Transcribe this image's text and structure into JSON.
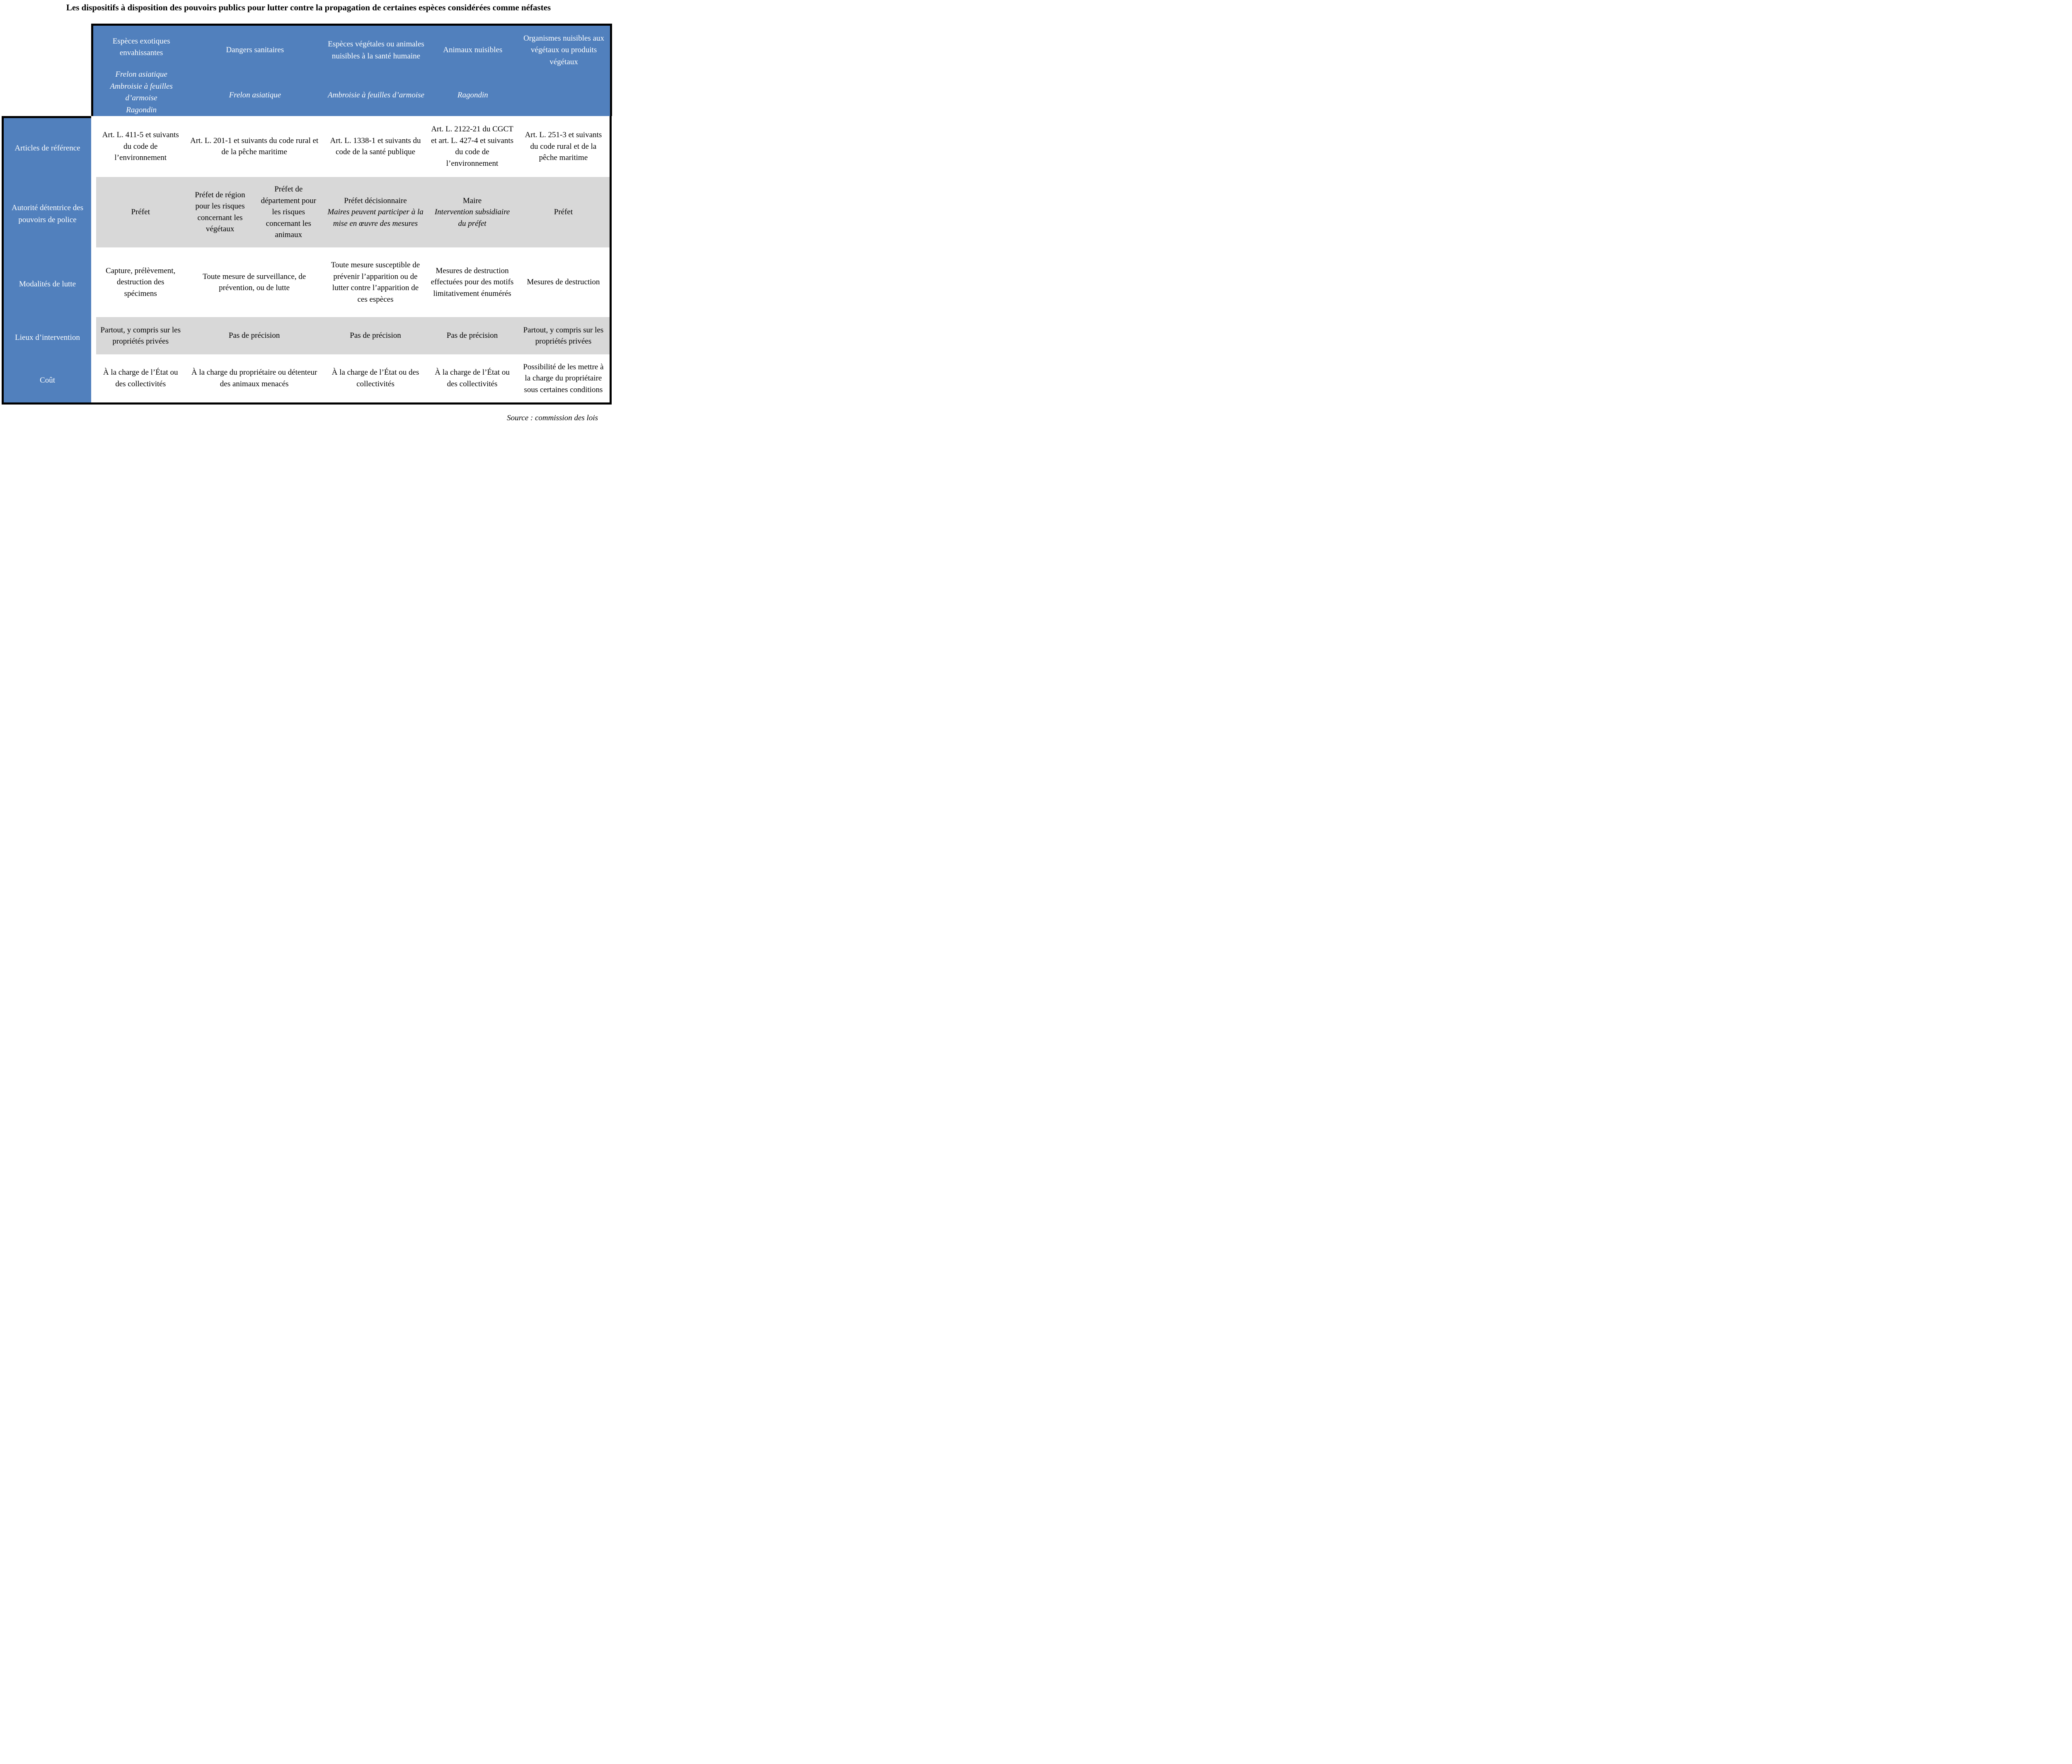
{
  "title": "Les dispositifs à disposition des pouvoirs publics pour lutter contre la propagation de certaines espèces considérées comme néfastes",
  "source": "Source : commission des lois",
  "colors": {
    "header_bg": "#5180BD",
    "row_alt_bg": "#D8D8D8",
    "border": "#000000",
    "header_text": "#FFFFFF",
    "body_text": "#000000"
  },
  "columns": [
    {
      "header": "Espèces exotiques envahissantes",
      "subheader": "Frelon asiatique\nAmbroisie à feuilles d’armoise\nRagondin"
    },
    {
      "header": "Dangers sanitaires",
      "subheader": "Frelon asiatique"
    },
    {
      "header": "Espèces végétales ou animales nuisibles à la santé humaine",
      "subheader": "Ambroisie à feuilles d’armoise"
    },
    {
      "header": "Animaux nuisibles",
      "subheader": "Ragondin"
    },
    {
      "header": "Organismes nuisibles aux végétaux ou produits végétaux",
      "subheader": ""
    }
  ],
  "rows": [
    {
      "label": "Articles de référence",
      "cells": [
        {
          "text": "Art. L. 411-5 et suivants du code de l’environnement"
        },
        {
          "text": "Art. L. 201-1 et suivants du code rural et de la pêche maritime"
        },
        {
          "text": "Art. L. 1338-1 et suivants du code de la santé publique"
        },
        {
          "text": "Art. L. 2122-21 du CGCT et art. L. 427-4 et suivants du code de l’environnement"
        },
        {
          "text": "Art. L. 251-3 et suivants du code rural et de la pêche maritime"
        }
      ]
    },
    {
      "label": "Autorité détentrice des pouvoirs de police",
      "cells": [
        {
          "text": "Préfet"
        },
        {
          "left": "Préfet de région pour les risques concernant les végétaux",
          "right": "Préfet de département pour les risques concernant les animaux"
        },
        {
          "text": "Préfet décisionnaire",
          "note": "Maires peuvent participer à la mise en œuvre des mesures"
        },
        {
          "text": "Maire",
          "note": "Intervention subsidiaire du préfet"
        },
        {
          "text": "Préfet"
        }
      ]
    },
    {
      "label": "Modalités de lutte",
      "cells": [
        {
          "text": "Capture, prélèvement, destruction des spécimens"
        },
        {
          "text": "Toute mesure de surveillance, de prévention, ou de lutte"
        },
        {
          "text": "Toute mesure susceptible de prévenir l’apparition ou de lutter contre l’apparition de ces espèces"
        },
        {
          "text": "Mesures de destruction effectuées pour des motifs limitativement énumérés"
        },
        {
          "text": "Mesures de destruction"
        }
      ]
    },
    {
      "label": "Lieux d’intervention",
      "cells": [
        {
          "text": "Partout, y compris sur les propriétés privées"
        },
        {
          "text": "Pas de précision"
        },
        {
          "text": "Pas de précision"
        },
        {
          "text": "Pas de précision"
        },
        {
          "text": "Partout, y compris sur les propriétés privées"
        }
      ]
    },
    {
      "label": "Coût",
      "cells": [
        {
          "text": "À la charge de l’État ou des collectivités"
        },
        {
          "text": "À la charge du propriétaire ou détenteur des animaux menacés"
        },
        {
          "text": "À la charge de l’État ou des collectivités"
        },
        {
          "text": "À la charge de l’État ou des collectivités"
        },
        {
          "text": "Possibilité de les mettre à la charge du propriétaire sous certaines conditions"
        }
      ]
    }
  ]
}
